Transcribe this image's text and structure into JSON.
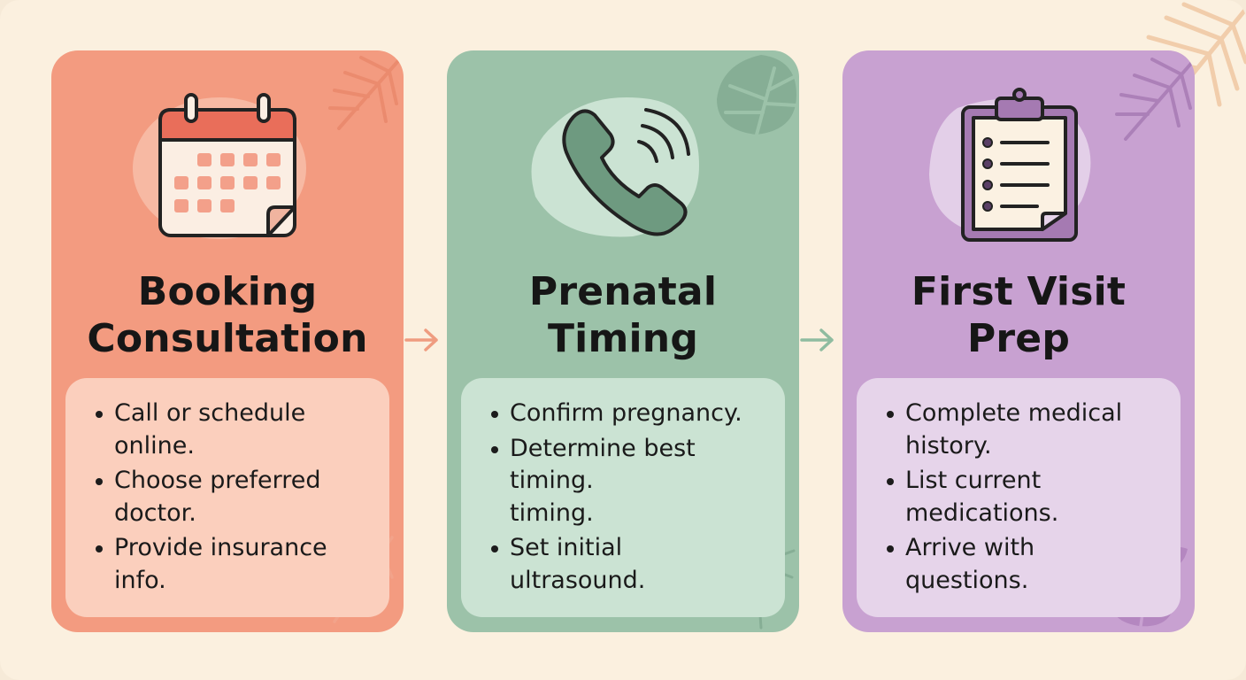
{
  "steps": [
    {
      "title": [
        "Booking",
        "Consultation"
      ],
      "icon": "calendar-icon",
      "color": "#f39b80",
      "items": [
        [
          "Call or schedule",
          "online."
        ],
        [
          "Choose preferred",
          "doctor."
        ],
        [
          "Provide insurance",
          "info."
        ]
      ]
    },
    {
      "title": [
        "Prenatal",
        "Timing"
      ],
      "icon": "phone-icon",
      "color": "#9cc2a9",
      "items": [
        [
          "Confirm pregnancy."
        ],
        [
          "Determine best",
          "timing.",
          "timing."
        ],
        [
          "Set initial",
          "ultrasound."
        ]
      ]
    },
    {
      "title": [
        "First Visit",
        "Prep"
      ],
      "icon": "clipboard-icon",
      "color": "#c8a1d1",
      "items": [
        [
          "Complete medical",
          "history."
        ],
        [
          "List current",
          "medications."
        ],
        [
          "Arrive with",
          "questions."
        ]
      ]
    }
  ],
  "arrows": [
    "arrow-right-icon",
    "arrow-right-icon"
  ]
}
